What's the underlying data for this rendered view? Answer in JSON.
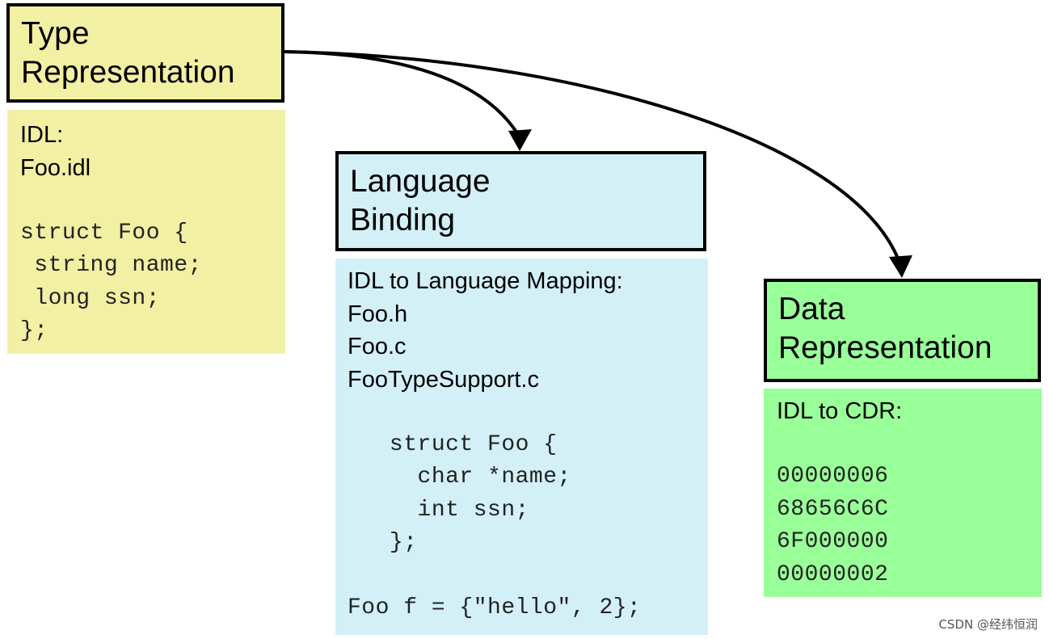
{
  "type_representation": {
    "title": [
      "Type",
      "Representation"
    ],
    "color": "#f2f0a3",
    "lines": [
      {
        "text": "IDL:",
        "style": "sans"
      },
      {
        "text": "Foo.idl",
        "style": "sans"
      },
      {
        "text": "",
        "style": "blank"
      },
      {
        "text": "struct Foo {",
        "style": "mono"
      },
      {
        "text": " string name;",
        "style": "mono"
      },
      {
        "text": " long ssn;",
        "style": "mono"
      },
      {
        "text": "};",
        "style": "mono"
      }
    ]
  },
  "language_binding": {
    "title": [
      "Language",
      "Binding"
    ],
    "color": "#d3f0f7",
    "lines": [
      {
        "text": "IDL to Language Mapping:",
        "style": "sans"
      },
      {
        "text": "Foo.h",
        "style": "sans"
      },
      {
        "text": "Foo.c",
        "style": "sans"
      },
      {
        "text": "FooTypeSupport.c",
        "style": "sans"
      },
      {
        "text": "",
        "style": "blank"
      },
      {
        "text": "   struct Foo {",
        "style": "mono"
      },
      {
        "text": "     char *name;",
        "style": "mono"
      },
      {
        "text": "     int ssn;",
        "style": "mono"
      },
      {
        "text": "   };",
        "style": "mono"
      },
      {
        "text": "",
        "style": "blank"
      },
      {
        "text": "Foo f = {\"hello\", 2};",
        "style": "mono"
      }
    ]
  },
  "data_representation": {
    "title": [
      "Data",
      "Representation"
    ],
    "color": "#99ff99",
    "lines": [
      {
        "text": "IDL to CDR:",
        "style": "sans"
      },
      {
        "text": "",
        "style": "blank"
      },
      {
        "text": "00000006",
        "style": "mono"
      },
      {
        "text": "68656C6C",
        "style": "mono"
      },
      {
        "text": "6F000000",
        "style": "mono"
      },
      {
        "text": "00000002",
        "style": "mono"
      }
    ]
  },
  "watermark": "CSDN @经纬恒润"
}
